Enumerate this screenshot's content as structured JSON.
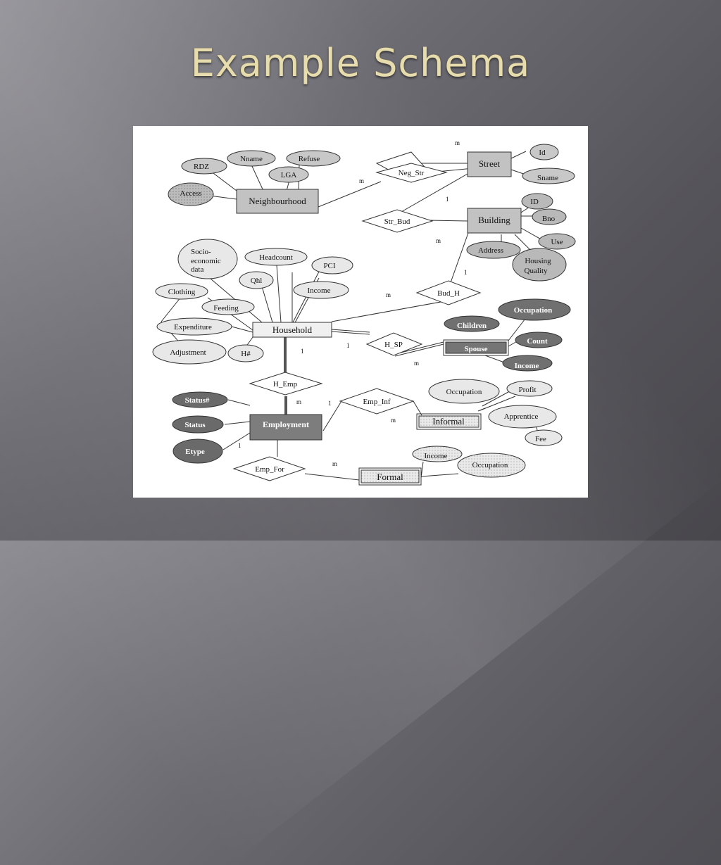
{
  "slide": {
    "title": "Example Schema"
  },
  "diagram": {
    "entities": [
      {
        "id": "neighbourhood",
        "label": "Neighbourhood"
      },
      {
        "id": "street",
        "label": "Street"
      },
      {
        "id": "building",
        "label": "Building"
      },
      {
        "id": "household",
        "label": "Household"
      },
      {
        "id": "spouse",
        "label": "Spouse"
      },
      {
        "id": "employment",
        "label": "Employment"
      },
      {
        "id": "informal",
        "label": "Informal"
      },
      {
        "id": "formal",
        "label": "Formal"
      }
    ],
    "relationships": [
      {
        "id": "neg_str",
        "label": "Neg_Str"
      },
      {
        "id": "str_bud",
        "label": "Str_Bud"
      },
      {
        "id": "bud_h",
        "label": "Bud_H"
      },
      {
        "id": "h_sp",
        "label": "H_SP"
      },
      {
        "id": "h_emp",
        "label": "H_Emp"
      },
      {
        "id": "emp_inf",
        "label": "Emp_Inf"
      },
      {
        "id": "emp_for",
        "label": "Emp_For"
      }
    ],
    "attributes": [
      {
        "id": "rdz",
        "label": "RDZ"
      },
      {
        "id": "nname",
        "label": "Nname"
      },
      {
        "id": "refuse",
        "label": "Refuse"
      },
      {
        "id": "lga",
        "label": "LGA"
      },
      {
        "id": "access",
        "label": "Access"
      },
      {
        "id": "street_id",
        "label": "Id"
      },
      {
        "id": "sname",
        "label": "Sname"
      },
      {
        "id": "building_id",
        "label": "ID"
      },
      {
        "id": "bno",
        "label": "Bno"
      },
      {
        "id": "use",
        "label": "Use"
      },
      {
        "id": "address",
        "label": "Address"
      },
      {
        "id": "housing_quality_1",
        "label": "Housing"
      },
      {
        "id": "housing_quality_2",
        "label": "Quality"
      },
      {
        "id": "socio_1",
        "label": "Socio-"
      },
      {
        "id": "socio_2",
        "label": "economic"
      },
      {
        "id": "socio_3",
        "label": "data"
      },
      {
        "id": "headcount",
        "label": "Headcount"
      },
      {
        "id": "pci",
        "label": "PCI"
      },
      {
        "id": "qhl",
        "label": "Qhl"
      },
      {
        "id": "hh_income",
        "label": "Income"
      },
      {
        "id": "clothing",
        "label": "Clothing"
      },
      {
        "id": "feeding",
        "label": "Feeding"
      },
      {
        "id": "expenditure",
        "label": "Expenditure"
      },
      {
        "id": "adjustment",
        "label": "Adjustment"
      },
      {
        "id": "hnum",
        "label": "H#"
      },
      {
        "id": "children",
        "label": "Children"
      },
      {
        "id": "sp_occupation",
        "label": "Occupation"
      },
      {
        "id": "count",
        "label": "Count"
      },
      {
        "id": "sp_income",
        "label": "Income"
      },
      {
        "id": "status_num",
        "label": "Status#"
      },
      {
        "id": "status",
        "label": "Status"
      },
      {
        "id": "etype",
        "label": "Etype"
      },
      {
        "id": "inf_occupation",
        "label": "Occupation"
      },
      {
        "id": "profit",
        "label": "Profit"
      },
      {
        "id": "apprentice",
        "label": "Apprentice"
      },
      {
        "id": "fee",
        "label": "Fee"
      },
      {
        "id": "for_income",
        "label": "Income"
      },
      {
        "id": "for_occupation",
        "label": "Occupation"
      }
    ],
    "cardinalities": {
      "m_street_top": "m",
      "m_neg_str": "m",
      "one_str_bud": "1",
      "m_building": "m",
      "one_bud_h": "1",
      "m_household": "m",
      "one_household_left": "1",
      "one_h_sp": "1",
      "m_spouse": "m",
      "m_h_emp": "m",
      "one_emp_inf": "1",
      "m_informal": "m",
      "one_employment": "1",
      "m_formal": "m"
    },
    "colors": {
      "entity_fill": "#bdbdbd",
      "entity_dark_fill": "#7a7a7a",
      "attr_light": "#e8e8e8",
      "attr_gray": "#c4c4c4",
      "attr_dark": "#6f6f6f",
      "title": "#e6dcae"
    }
  }
}
